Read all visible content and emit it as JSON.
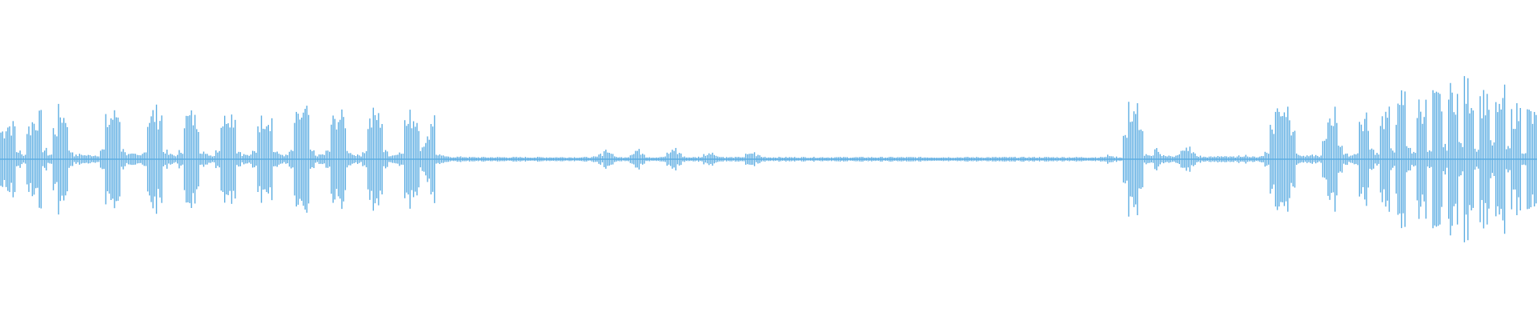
{
  "waveform": {
    "color": "#5dade2",
    "background": "#ffffff",
    "peaks": [
      0.36,
      0.44,
      0.42,
      0.1,
      0.06,
      0.4,
      0.48,
      0.52,
      0.12,
      0.06,
      0.38,
      0.58,
      0.54,
      0.1,
      0.05,
      0.06,
      0.05,
      0.05,
      0.05,
      0.12,
      0.48,
      0.55,
      0.58,
      0.12,
      0.06,
      0.06,
      0.05,
      0.1,
      0.52,
      0.58,
      0.56,
      0.1,
      0.06,
      0.05,
      0.1,
      0.52,
      0.54,
      0.5,
      0.1,
      0.06,
      0.05,
      0.12,
      0.5,
      0.6,
      0.56,
      0.1,
      0.06,
      0.05,
      0.1,
      0.48,
      0.54,
      0.52,
      0.1,
      0.06,
      0.05,
      0.1,
      0.5,
      0.56,
      0.58,
      0.1,
      0.05,
      0.06,
      0.1,
      0.48,
      0.54,
      0.52,
      0.1,
      0.06,
      0.05,
      0.1,
      0.48,
      0.56,
      0.52,
      0.1,
      0.05,
      0.06,
      0.1,
      0.46,
      0.54,
      0.52,
      0.14,
      0.3,
      0.52,
      0.06,
      0.04,
      0.03,
      0.03,
      0.03,
      0.03,
      0.025,
      0.025,
      0.025,
      0.025,
      0.025,
      0.025,
      0.025,
      0.025,
      0.025,
      0.025,
      0.025,
      0.025,
      0.025,
      0.025,
      0.025,
      0.025,
      0.025,
      0.025,
      0.025,
      0.025,
      0.025,
      0.025,
      0.025,
      0.025,
      0.03,
      0.06,
      0.12,
      0.08,
      0.03,
      0.025,
      0.03,
      0.07,
      0.11,
      0.08,
      0.03,
      0.025,
      0.025,
      0.03,
      0.08,
      0.13,
      0.08,
      0.03,
      0.025,
      0.025,
      0.03,
      0.06,
      0.09,
      0.05,
      0.03,
      0.025,
      0.025,
      0.025,
      0.03,
      0.06,
      0.08,
      0.05,
      0.03,
      0.025,
      0.025,
      0.025,
      0.025,
      0.025,
      0.025,
      0.025,
      0.025,
      0.025,
      0.025,
      0.025,
      0.025,
      0.025,
      0.025,
      0.025,
      0.025,
      0.025,
      0.025,
      0.025,
      0.025,
      0.025,
      0.025,
      0.025,
      0.025,
      0.025,
      0.025,
      0.025,
      0.025,
      0.025,
      0.025,
      0.025,
      0.025,
      0.025,
      0.025,
      0.025,
      0.025,
      0.025,
      0.025,
      0.025,
      0.025,
      0.025,
      0.025,
      0.025,
      0.025,
      0.025,
      0.025,
      0.025,
      0.025,
      0.025,
      0.025,
      0.025,
      0.025,
      0.025,
      0.025,
      0.025,
      0.025,
      0.025,
      0.025,
      0.025,
      0.025,
      0.025,
      0.025,
      0.025,
      0.025,
      0.03,
      0.05,
      0.03,
      0.025,
      0.3,
      0.62,
      0.64,
      0.34,
      0.06,
      0.04,
      0.12,
      0.06,
      0.04,
      0.04,
      0.06,
      0.1,
      0.14,
      0.08,
      0.04,
      0.03,
      0.03,
      0.03,
      0.04,
      0.04,
      0.03,
      0.03,
      0.04,
      0.05,
      0.03,
      0.03,
      0.04,
      0.1,
      0.4,
      0.62,
      0.68,
      0.66,
      0.44,
      0.06,
      0.04,
      0.04,
      0.05,
      0.04,
      0.22,
      0.54,
      0.58,
      0.2,
      0.06,
      0.05,
      0.08,
      0.46,
      0.5,
      0.12,
      0.08,
      0.52,
      0.56,
      0.12,
      0.6,
      0.78,
      0.18,
      0.08,
      0.7,
      0.66,
      0.1,
      0.74,
      0.76,
      0.16,
      0.82,
      0.84,
      0.2,
      0.88,
      0.82,
      0.14,
      0.76,
      0.8,
      0.2,
      0.62,
      0.78,
      0.14,
      0.56,
      0.6,
      0.1,
      0.58,
      0.52
    ]
  }
}
